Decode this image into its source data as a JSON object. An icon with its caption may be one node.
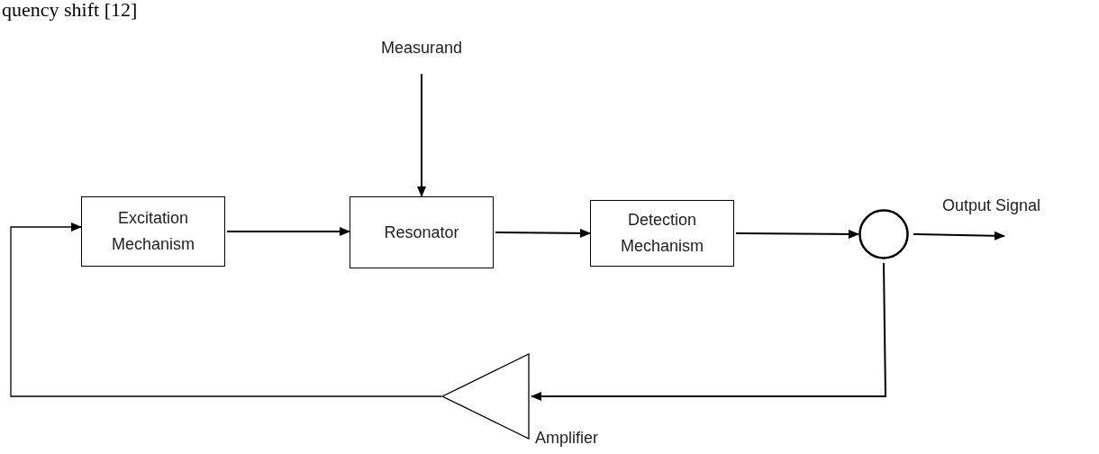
{
  "diagram": {
    "nodes": [
      {
        "text": [
          "Measurand"
        ]
      },
      {
        "text": [
          "Excitation Mechanism"
        ]
      },
      {
        "text": [
          "Resonator"
        ]
      },
      {
        "text": [
          "Detection Mechanism"
        ]
      },
      {
        "text": [],
        "shape": "circle"
      },
      {
        "text": [],
        "shape": "triangle",
        "beside": [
          "Amplifier"
        ]
      }
    ],
    "edges": [
      {
        "from": 0,
        "to": 2,
        "arrow": "to"
      },
      {
        "from": 1,
        "to": 2,
        "arrow": "to"
      },
      {
        "from": 2,
        "to": 3,
        "arrow": "to"
      },
      {
        "from": 3,
        "to": 4,
        "arrow": "to"
      },
      {
        "from": 4,
        "to": null,
        "arrow": "to"
      },
      {
        "from": 4,
        "to": 5,
        "arrow": "to"
      },
      {
        "from": 5,
        "to": 1,
        "arrow": "to"
      }
    ],
    "labels": [
      "quency shift [12]",
      "Output Signal"
    ]
  }
}
